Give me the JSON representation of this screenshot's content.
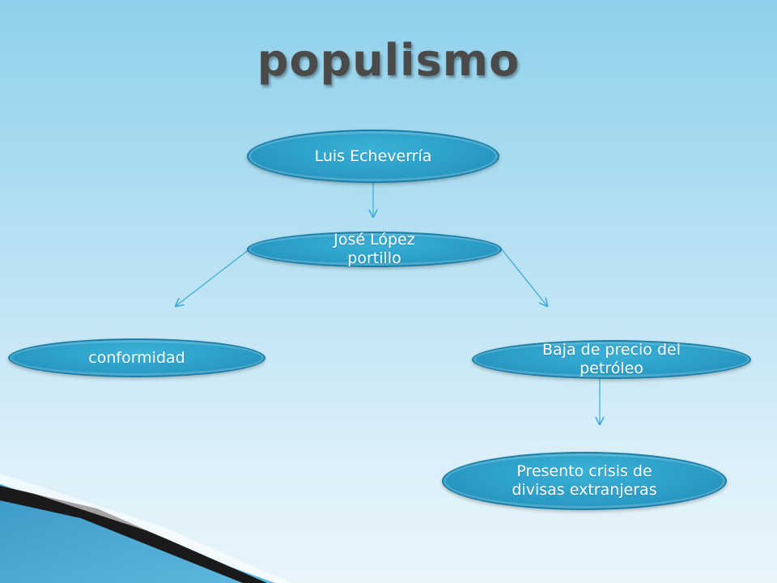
{
  "slide": {
    "title": "populismo"
  },
  "colors": {
    "node_fill": "#2a9cc6",
    "node_border": "#1b7ea6",
    "connector": "#3aa9d3",
    "title_text": "#4a4a4a",
    "background_top": "#8fd0ec",
    "background_bottom": "#e8f5fb"
  },
  "nodes": {
    "luis": {
      "label": "Luis Echeverría"
    },
    "jose": {
      "label": "José López portillo"
    },
    "conformidad": {
      "label": "conformidad"
    },
    "baja": {
      "label": "Baja de precio del petróleo"
    },
    "crisis": {
      "label": "Presento crisis de divisas extranjeras"
    }
  }
}
